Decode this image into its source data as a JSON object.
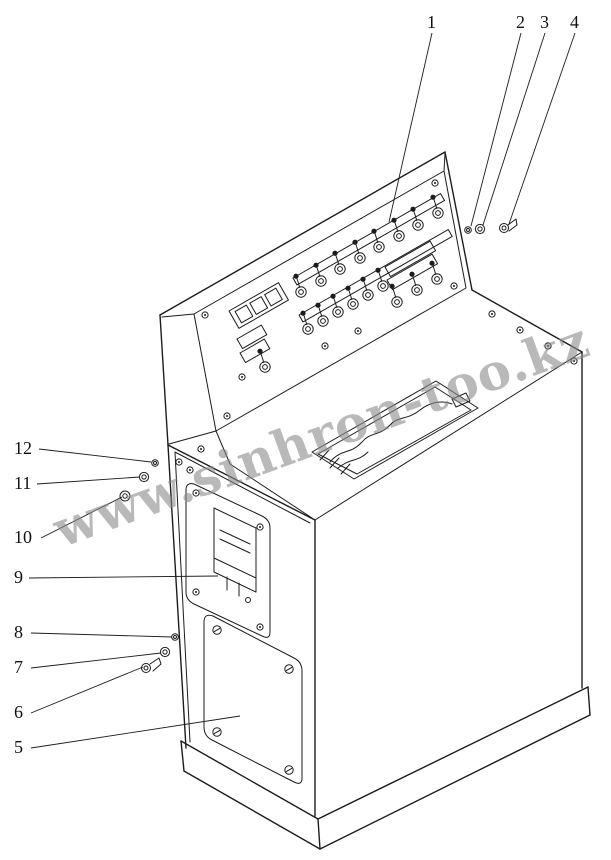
{
  "figure": {
    "type": "technical-line-drawing",
    "background": "#ffffff",
    "line_color": "#1c1c1c"
  },
  "watermark": {
    "text": "www.sinhron-too.kz",
    "color": "#8b8b8b"
  },
  "callouts": [
    {
      "label": "1"
    },
    {
      "label": "2"
    },
    {
      "label": "3"
    },
    {
      "label": "4"
    },
    {
      "label": "5"
    },
    {
      "label": "6"
    },
    {
      "label": "7"
    },
    {
      "label": "8"
    },
    {
      "label": "9"
    },
    {
      "label": "10"
    },
    {
      "label": "11"
    },
    {
      "label": "12"
    }
  ]
}
